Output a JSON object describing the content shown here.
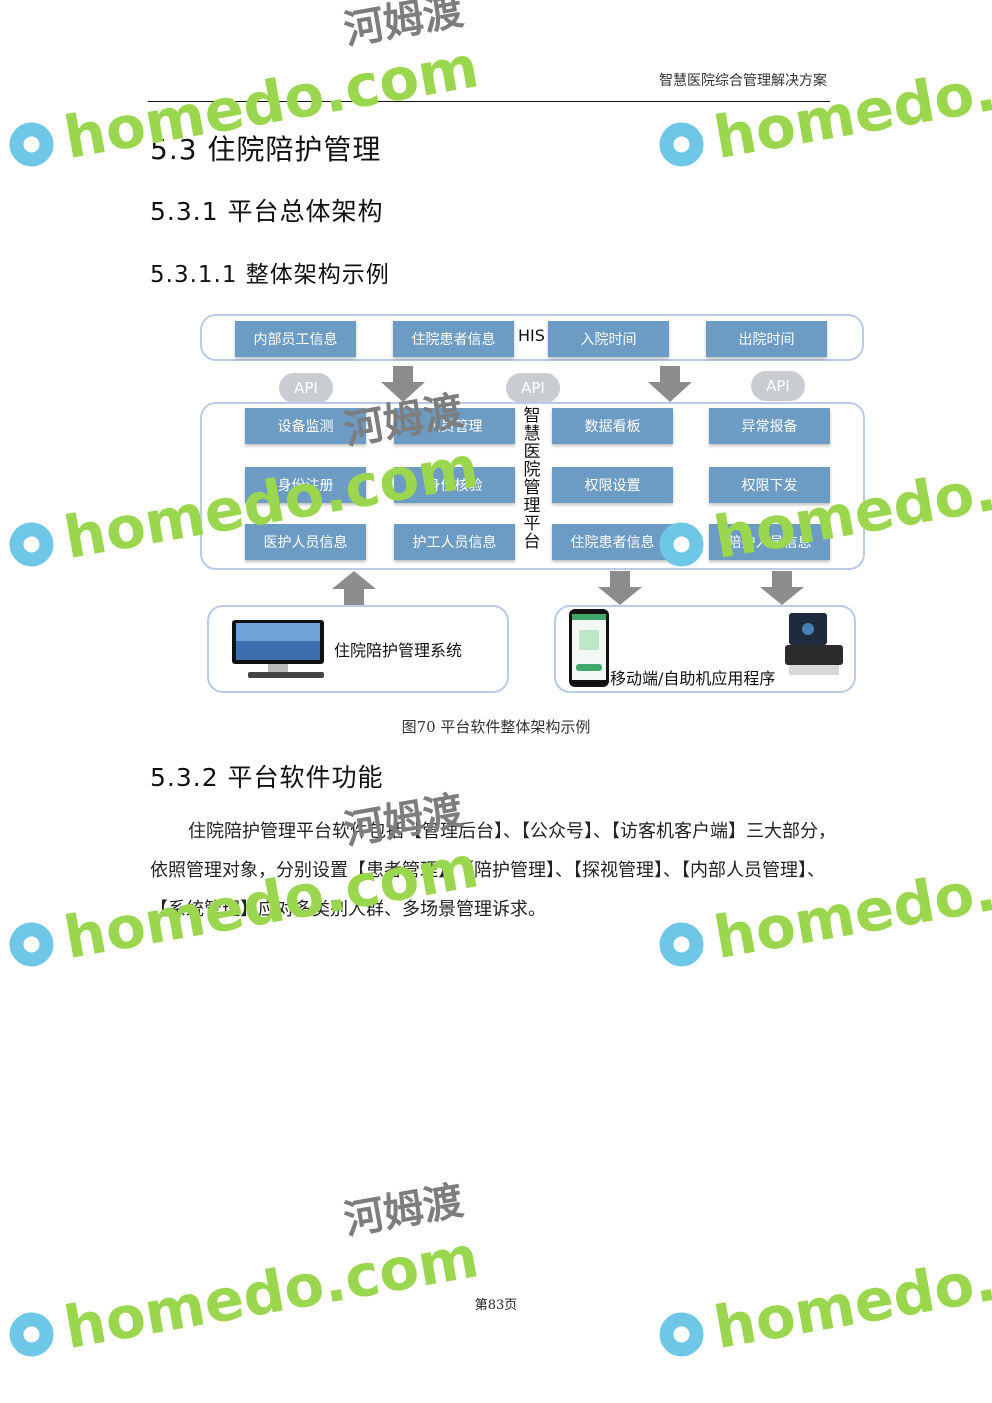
{
  "header": {
    "title": "智慧医院综合管理解决方案"
  },
  "headings": {
    "h1": "5.3 住院陪护管理",
    "h2": "5.3.1 平台总体架构",
    "h3": "5.3.1.1 整体架构示例",
    "h2b": "5.3.2 平台软件功能"
  },
  "diagram": {
    "his_label": "HIS",
    "his_boxes": [
      "内部员工信息",
      "住院患者信息",
      "入院时间",
      "出院时间"
    ],
    "api_label": "API",
    "platform_label": "智慧医院管理平台",
    "platform_rows": [
      [
        "设备监测",
        "人员管理",
        "数据看板",
        "异常报备"
      ],
      [
        "身份注册",
        "身份核验",
        "权限设置",
        "权限下发"
      ],
      [
        "医护人员信息",
        "护工人员信息",
        "住院患者信息",
        "陪护人员信息"
      ]
    ],
    "system_left": "住院陪护管理系统",
    "system_right": "移动端/自助机应用程序"
  },
  "caption": "图70 平台软件整体架构示例",
  "paragraph": "住院陪护管理平台软件包括【管理后台】、【公众号】、【访客机客户端】三大部分，依照管理对象，分别设置【患者管理】、【陪护管理】、【探视管理】、【内部人员管理】、【系统管理】应对多类别人群、多场景管理诉求。",
  "footer": {
    "page": "第83页"
  },
  "watermark": {
    "text": "homedo.com",
    "cn": "河姆渡"
  },
  "colors": {
    "box": "#6c9bc3",
    "frame": "#b9cbe6",
    "arrow": "#8c8c8c",
    "watermark": "#9ad64e"
  }
}
